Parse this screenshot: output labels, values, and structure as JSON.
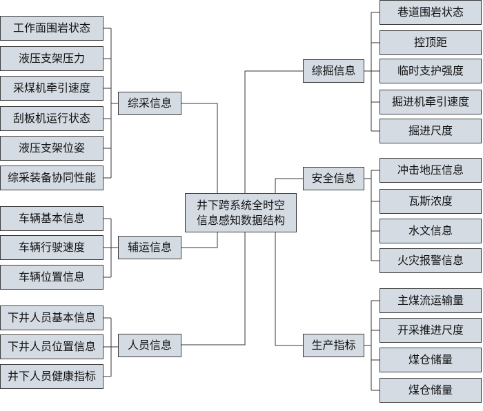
{
  "center": {
    "line1": "井下跨系统全时空",
    "line2": "信息感知数据结构"
  },
  "left_groups": [
    {
      "label": "综采信息",
      "items": [
        "工作面围岩状态",
        "液压支架压力",
        "采煤机牵引速度",
        "刮板机运行状态",
        "液压支架位姿",
        "综采装备协同性能"
      ]
    },
    {
      "label": "辅运信息",
      "items": [
        "车辆基本信息",
        "车辆行驶速度",
        "车辆位置信息"
      ]
    },
    {
      "label": "人员信息",
      "items": [
        "下井人员基本信息",
        "下井人员位置信息",
        "井下人员健康指标"
      ]
    }
  ],
  "right_groups": [
    {
      "label": "综掘信息",
      "items": [
        "巷道围岩状态",
        "控顶距",
        "临时支护强度",
        "掘进机牵引速度",
        "掘进尺度"
      ]
    },
    {
      "label": "安全信息",
      "items": [
        "冲击地压信息",
        "瓦斯浓度",
        "水文信息",
        "火灾报警信息"
      ]
    },
    {
      "label": "生产指标",
      "items": [
        "主煤流运输量",
        "开采推进尺度",
        "煤仓储量",
        "煤仓储量"
      ]
    }
  ]
}
